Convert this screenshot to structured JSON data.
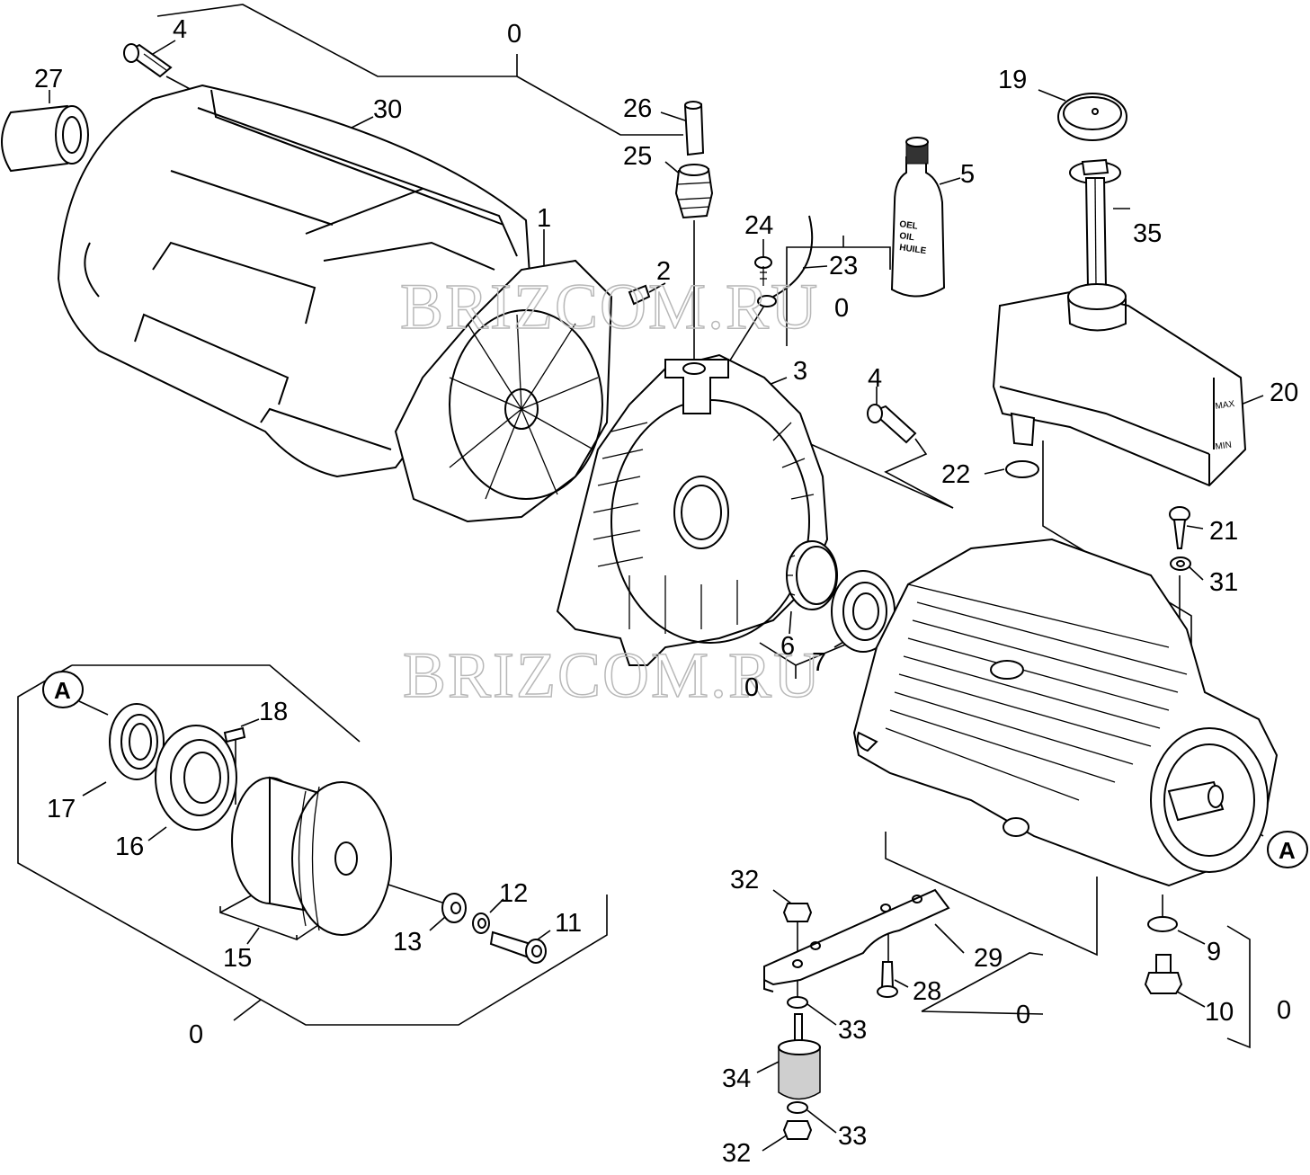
{
  "watermark": "BRIZCOM.RU",
  "oil_bottle_text": [
    "OEL",
    "OIL",
    "HUILE"
  ],
  "reservoir_marks": {
    "max": "MAX",
    "min": "MIN"
  },
  "detail_marker": "A",
  "callouts": {
    "c0_top": "0",
    "c4_top": "4",
    "c27": "27",
    "c30": "30",
    "c26": "26",
    "c25": "25",
    "c24": "24",
    "c23": "23",
    "c1": "1",
    "c2": "2",
    "c5": "5",
    "c19": "19",
    "c35": "35",
    "c20": "20",
    "c0_mid": "0",
    "c3": "3",
    "c4_mid": "4",
    "c22": "22",
    "c21": "21",
    "c31": "31",
    "c6": "6",
    "c7": "7",
    "c0_bear": "0",
    "c18": "18",
    "c17": "17",
    "c16": "16",
    "c15": "15",
    "c13": "13",
    "c12": "12",
    "c11": "11",
    "c0_pulley": "0",
    "c32_top": "32",
    "c29": "29",
    "c28": "28",
    "c0_bracket": "0",
    "c33_top": "33",
    "c34": "34",
    "c33_bot": "33",
    "c32_bot": "32",
    "c9": "9",
    "c10": "10",
    "c0_plug": "0"
  }
}
